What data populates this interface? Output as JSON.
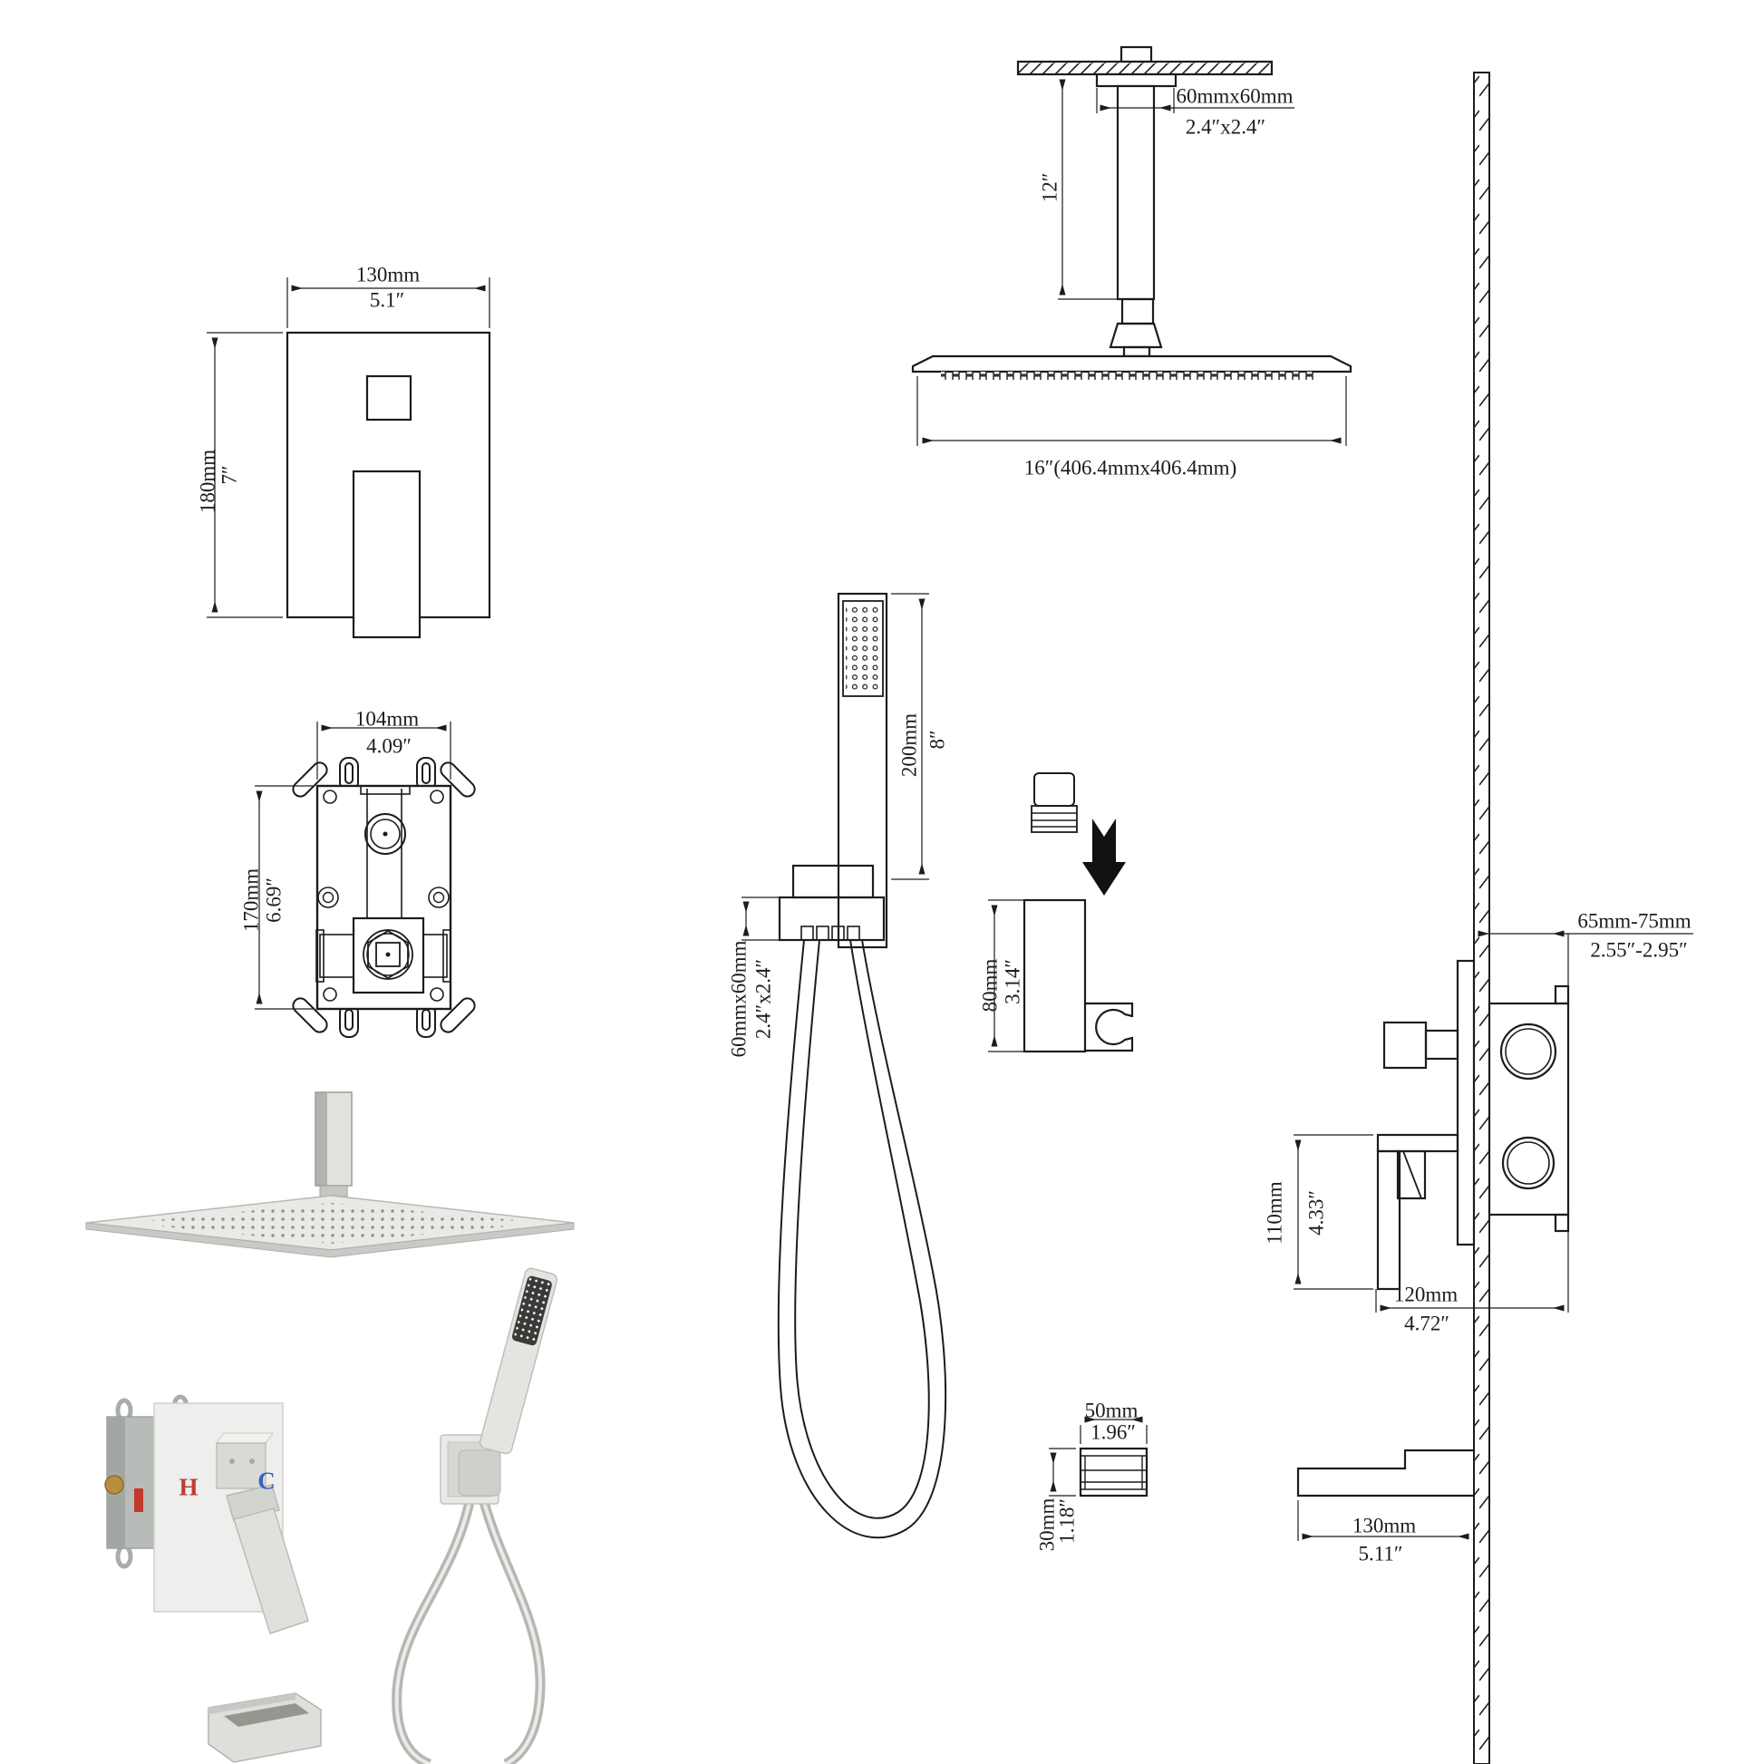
{
  "colors": {
    "line": "#1c1c1c",
    "hot": "#c13b33",
    "cold": "#3f5fc0",
    "nickel_light": "#e9e9e6",
    "nickel_mid": "#cbcbc7",
    "nickel_dark": "#a3a3a0"
  },
  "trim_front": {
    "width_mm": "130mm",
    "width_in": "5.1″",
    "height_mm": "180mm",
    "height_in": "7″"
  },
  "ceiling_shower": {
    "arm_mm": "60mmx60mm",
    "arm_in": "2.4″x2.4″",
    "arm_len_in": "12″",
    "head_size": "16″(406.4mmx406.4mm)"
  },
  "rough_in": {
    "width_mm": "104mm",
    "width_in": "4.09″",
    "height_mm": "170mm",
    "height_in": "6.69″"
  },
  "hand_shower": {
    "len_mm": "200mm",
    "len_in": "8″",
    "bracket_mm": "60mmx60mm",
    "bracket_in": "2.4″x2.4″"
  },
  "holder": {
    "h_mm": "80mm",
    "h_in": "3.14″"
  },
  "wall_section": {
    "depth_mm": "65mm-75mm",
    "depth_in": "2.55″-2.95″",
    "handle_mm": "110mm",
    "handle_in": "4.33″",
    "body_mm": "120mm",
    "body_in": "4.72″",
    "spout_mm": "130mm",
    "spout_in": "5.11″"
  },
  "spout_end": {
    "w_mm": "50mm",
    "w_in": "1.96″",
    "h_mm": "30mm",
    "h_in": "1.18″"
  },
  "markings": {
    "hot": "H",
    "cold": "C"
  }
}
